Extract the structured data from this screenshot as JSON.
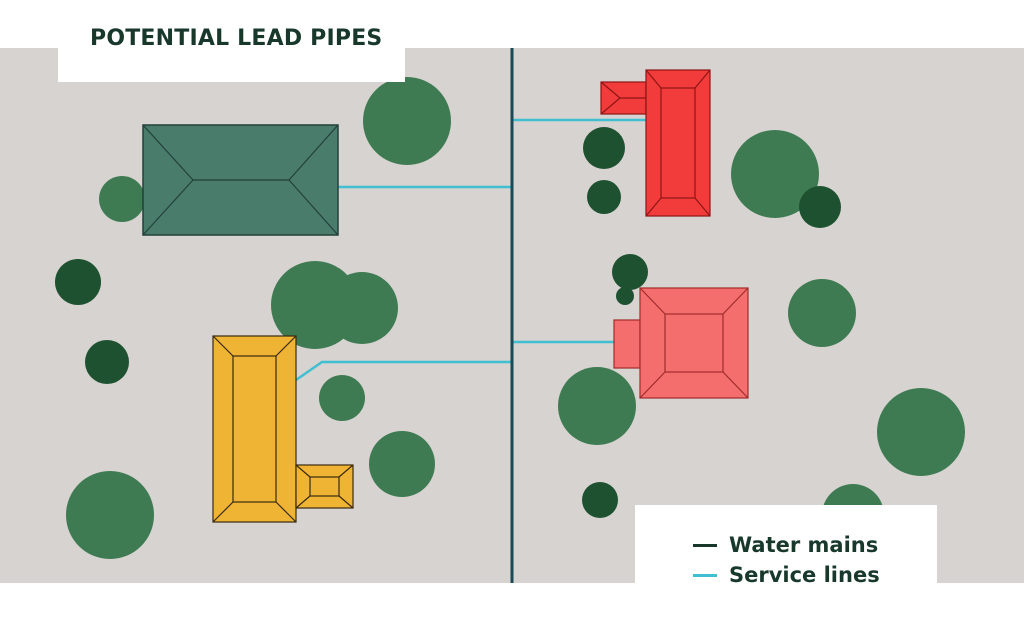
{
  "title": "POTENTIAL LEAD PIPES",
  "legend": {
    "items": [
      {
        "label": "Water mains",
        "color": "#18382c"
      },
      {
        "label": "Service lines",
        "color": "#3fbfd1"
      }
    ]
  },
  "colors": {
    "ground": "#d6d3d0",
    "water_main": "#1a4a55",
    "service_line": "#3fbfd1",
    "tree_light": "#3f7b52",
    "tree_dark": "#1e5130",
    "house_green": "#4a7c6b",
    "house_yellow": "#f0b435",
    "house_red": "#f23b3b",
    "house_pink": "#f56e6e"
  },
  "houses": [
    {
      "id": "house-green",
      "color_role": "house_green"
    },
    {
      "id": "house-yellow",
      "color_role": "house_yellow"
    },
    {
      "id": "house-red",
      "color_role": "house_red"
    },
    {
      "id": "house-pink",
      "color_role": "house_pink"
    }
  ]
}
